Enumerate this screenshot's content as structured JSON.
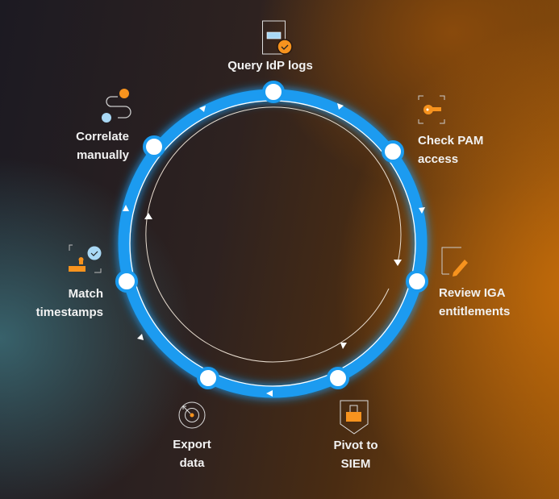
{
  "steps": [
    {
      "line1": "Query IdP logs",
      "icon": "log-document-check-icon"
    },
    {
      "line1": "Check PAM",
      "line2": "access",
      "icon": "key-icon"
    },
    {
      "line1": "Review IGA",
      "line2": "entitlements",
      "icon": "document-pencil-icon"
    },
    {
      "line1": "Pivot to",
      "line2": "SIEM",
      "icon": "shield-lock-icon"
    },
    {
      "line1": "Export",
      "line2": "data",
      "icon": "target-icon"
    },
    {
      "line1": "Match",
      "line2": "timestamps",
      "icon": "stamp-check-icon"
    },
    {
      "line1": "Correlate",
      "line2": "manually",
      "icon": "path-icon"
    }
  ],
  "colors": {
    "ring": "#1a9bf0",
    "accent": "#f7931e",
    "light_blue": "#a9d8f5"
  }
}
